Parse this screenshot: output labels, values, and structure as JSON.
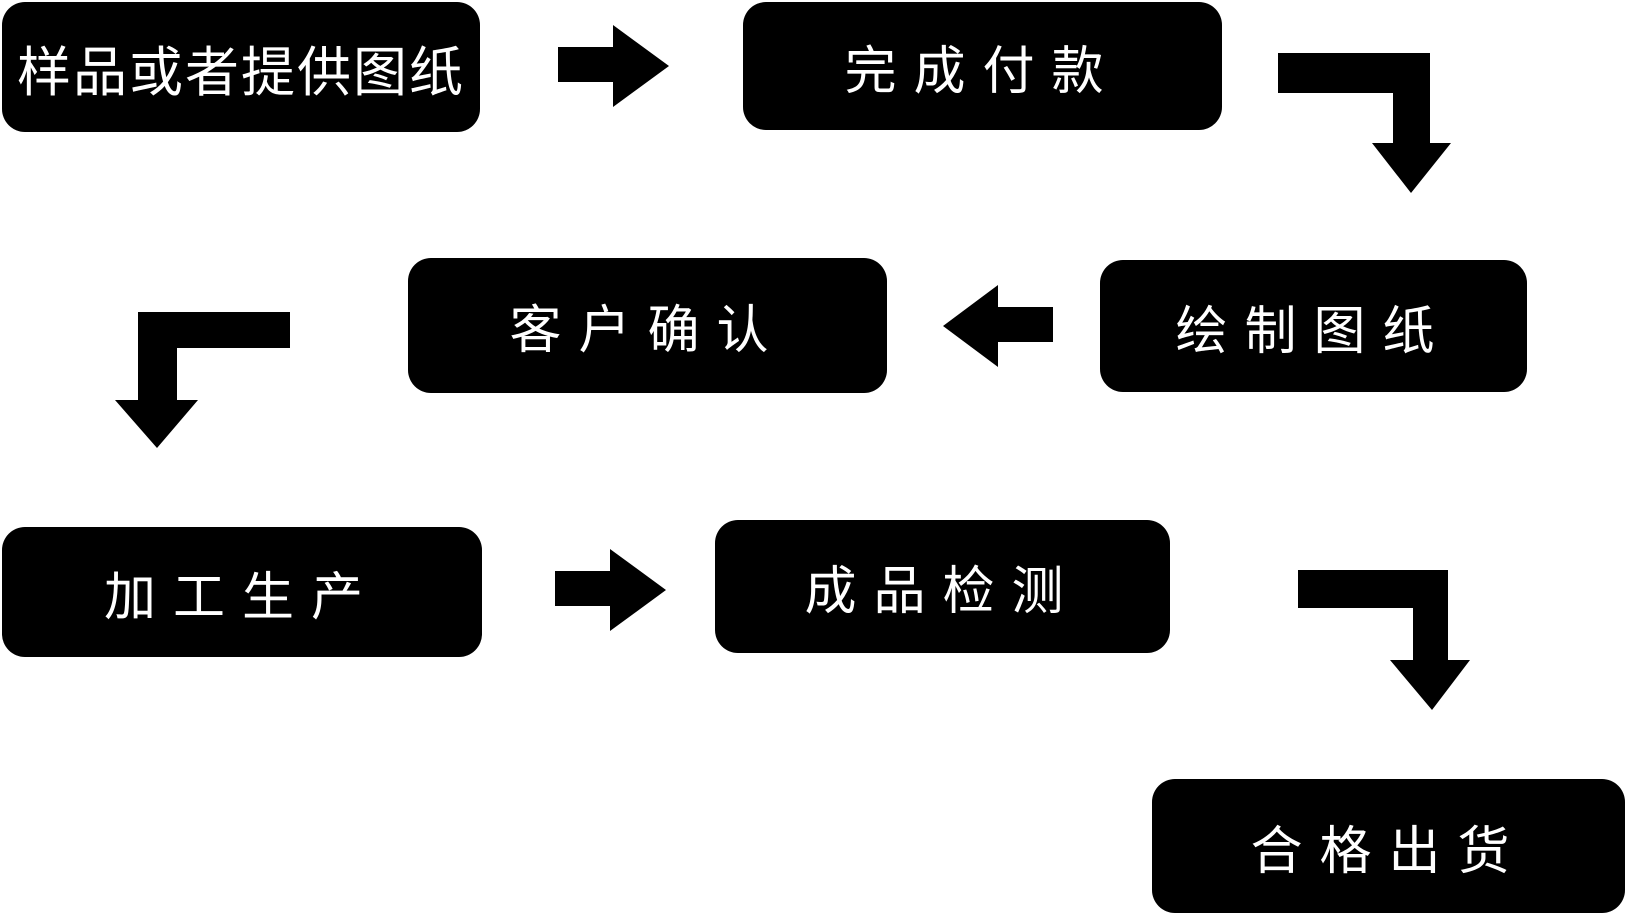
{
  "diagram": {
    "type": "flowchart",
    "colors": {
      "background": "#ffffff",
      "box": "#000000",
      "box_text": "#ffffff",
      "arrow": "#000000"
    },
    "steps": [
      {
        "label": "样品或者提供图纸"
      },
      {
        "label": "完成付款"
      },
      {
        "label": "绘制图纸"
      },
      {
        "label": "客户确认"
      },
      {
        "label": "加工生产"
      },
      {
        "label": "成品检测"
      },
      {
        "label": "合格出货"
      }
    ],
    "connections": [
      {
        "from": "样品或者提供图纸",
        "to": "完成付款",
        "style": "straight-right"
      },
      {
        "from": "完成付款",
        "to": "绘制图纸",
        "style": "elbow-right-then-down"
      },
      {
        "from": "绘制图纸",
        "to": "客户确认",
        "style": "straight-left"
      },
      {
        "from": "客户确认",
        "to": "加工生产",
        "style": "elbow-left-then-down"
      },
      {
        "from": "加工生产",
        "to": "成品检测",
        "style": "straight-right"
      },
      {
        "from": "成品检测",
        "to": "合格出货",
        "style": "elbow-right-then-down"
      }
    ]
  }
}
